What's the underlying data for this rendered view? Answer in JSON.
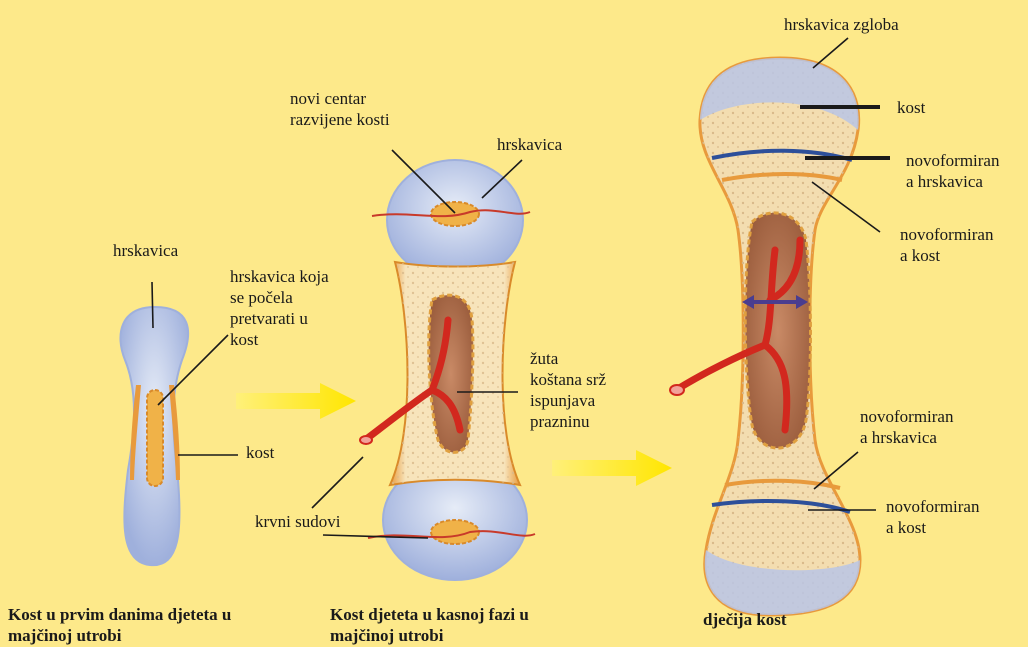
{
  "stage1": {
    "labels": {
      "cartilage": "hrskavica",
      "ossifying_cartilage": "hrskavica koja\nse počela\npretvarati u\nkost",
      "bone": "kost"
    },
    "caption": "Kost u prvim danima djeteta u\nmajčinoj utrobi"
  },
  "stage2": {
    "labels": {
      "new_center": "novi centar\nrazvijene kosti",
      "cartilage": "hrskavica",
      "yellow_marrow": "žuta\nkoštana srž\nispunjava\nprazninu",
      "blood_vessels": "krvni sudovi"
    },
    "caption": "Kost djeteta u kasnoj fazi u\nmajčinoj utrobi"
  },
  "stage3": {
    "labels": {
      "joint_cartilage": "hrskavica zgloba",
      "bone": "kost",
      "new_cartilage_top": "novoformiran\na hrskavica",
      "new_bone_top": "novoformiran\na kost",
      "new_cartilage_bottom": "novoformiran\na hrskavica",
      "new_bone_bottom": "novoformiran\na kost"
    },
    "caption": "dječija kost"
  },
  "colors": {
    "background": "#fde98a",
    "arrow": "#ffe600",
    "cartilage": "#b9c6e6",
    "bone": "#f3ddb0",
    "periosteum": "#e89a3c",
    "vessel": "#d2281e",
    "marrow": "#a86c4a",
    "growth_line": "#2d4f9a"
  }
}
